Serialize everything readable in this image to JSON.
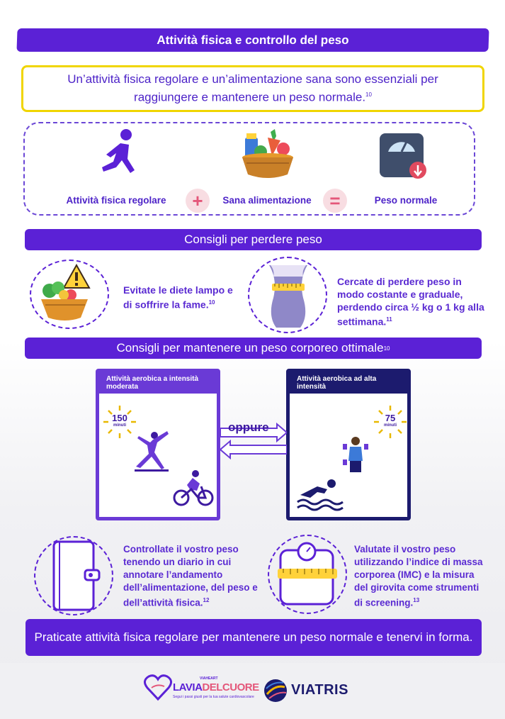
{
  "title": "Attività fisica e controllo del peso",
  "intro": {
    "text": "Un’attività fisica regolare e un’alimentazione sana sono essenziali per raggiungere e mantenere un peso normale.",
    "ref": "10"
  },
  "equation": {
    "item1": "Attività fisica regolare",
    "plus": "+",
    "item2": "Sana alimentazione",
    "equals": "=",
    "result": "Peso normale"
  },
  "lose_section": {
    "title": "Consigli per perdere peso",
    "tip1": {
      "text": "Evitate le diete lampo e di soffrire la fame.",
      "ref": "10"
    },
    "tip2": {
      "text": "Cercate di perdere peso in modo costante e graduale, perdendo circa ½ kg o 1 kg alla settimana.",
      "ref": "11"
    }
  },
  "maintain_section": {
    "title": "Consigli per mantenere un peso corporeo ottimale",
    "ref": "10",
    "moderate": {
      "header": "Attività aerobica a intensità moderata",
      "minutes": "150",
      "unit": "minuti"
    },
    "high": {
      "header": "Attività aerobica ad alta intensità",
      "minutes": "75",
      "unit": "minuti"
    },
    "or_label": "oppure",
    "tip3": {
      "text": "Controllate il vostro peso tenendo un diario in cui annotare l’andamento dell’alimentazione, del peso e dell’attività fisica.",
      "ref": "12"
    },
    "tip4": {
      "text": "Valutate il vostro peso utilizzando l’indice di massa corporea (IMC) e la misura del girovita come strumenti di screening.",
      "ref": "13"
    }
  },
  "closing": "Praticate attività fisica regolare per mantenere un peso normale e tenervi in forma.",
  "footer": {
    "logo1_small": "VIAHEART",
    "logo1_main_a": "LA",
    "logo1_main_b": "VIA",
    "logo1_main_c": "DEL",
    "logo1_main_d": "CUORE",
    "logo1_tagline": "Segui i passi giusti per la tua salute cardiovascolare",
    "logo2": "VIATRIS"
  },
  "colors": {
    "purple": "#5b21d6",
    "yellow": "#f0d500",
    "navy": "#1c1b6e",
    "pink": "#e4577a"
  }
}
